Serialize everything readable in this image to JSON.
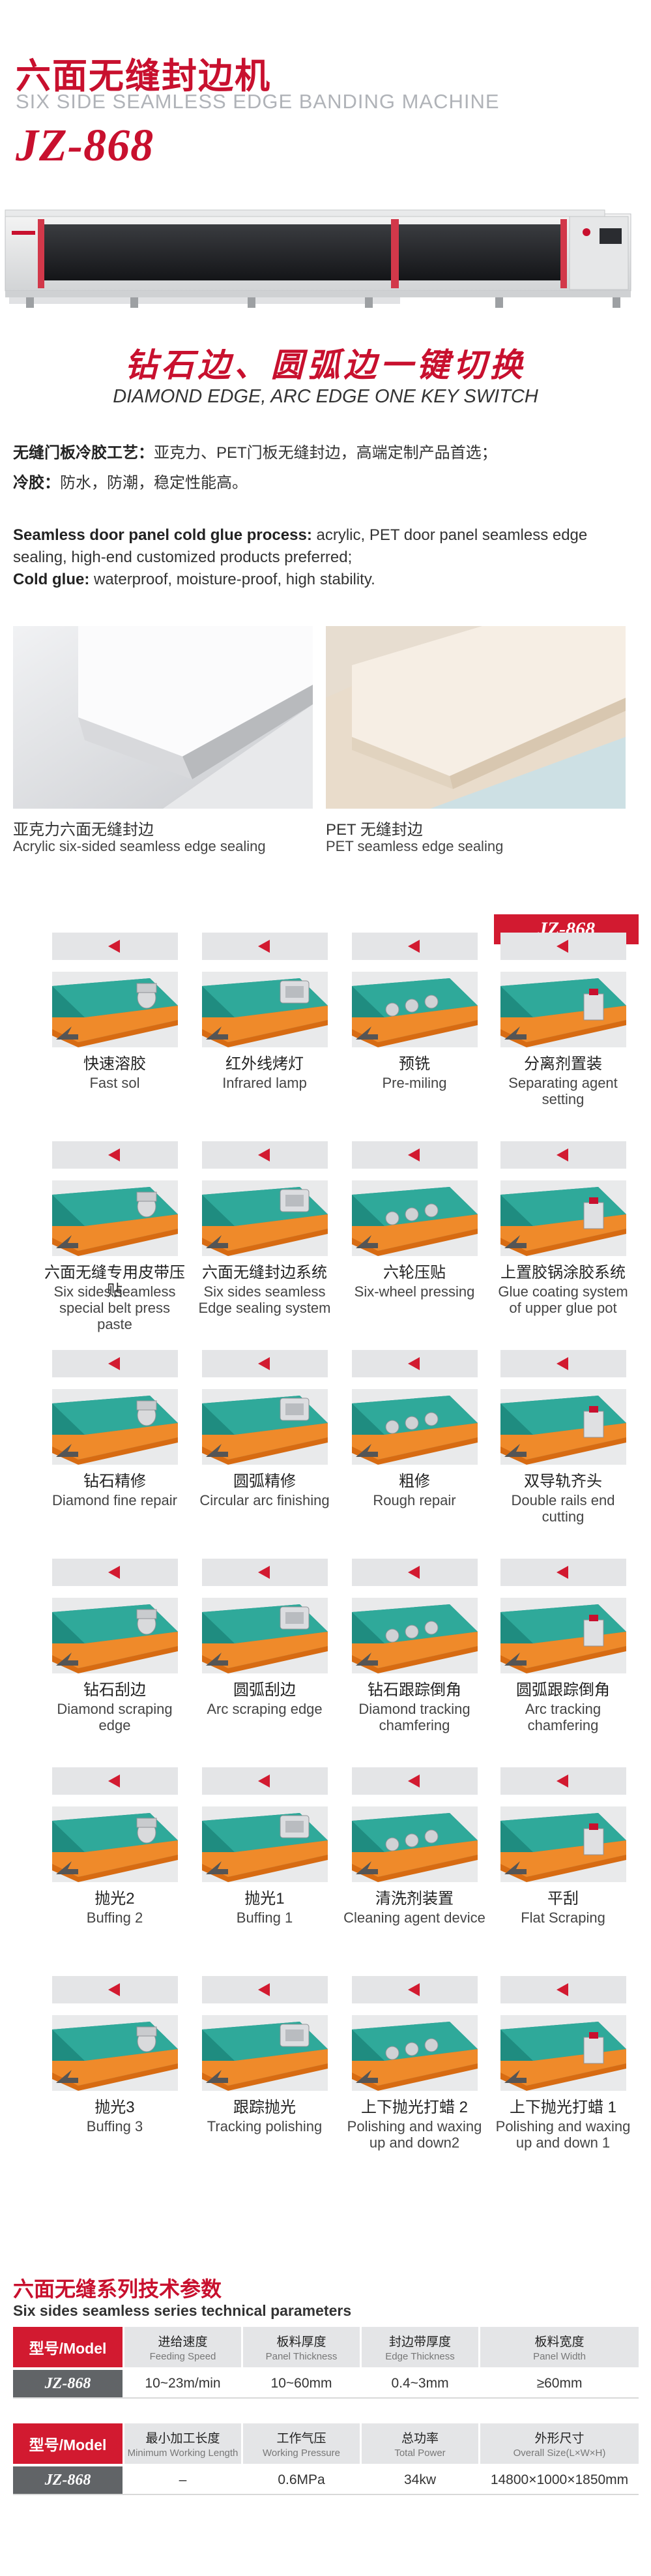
{
  "header": {
    "title_cn": "六面无缝封边机",
    "title_en": "SIX SIDE SEAMLESS EDGE BANDING MACHINE",
    "model": "JZ-868"
  },
  "slogan": {
    "cn": "钻石边、圆弧边一键切换",
    "en": "DIAMOND EDGE, ARC EDGE ONE KEY SWITCH"
  },
  "intro": {
    "p1_bold": "无缝门板冷胶工艺：",
    "p1_text": "亚克力、PET门板无缝封边，高端定制产品首选；",
    "p2_bold": "冷胶：",
    "p2_text": "防水，防潮，稳定性能高。",
    "p3_bold": "Seamless door panel cold glue process:",
    "p3_text": " acrylic, PET door panel seamless edge sealing, high-end customized products preferred;",
    "p4_bold": "Cold glue:",
    "p4_text": " waterproof, moisture-proof, high stability."
  },
  "samples": [
    {
      "cn": "亚克力六面无缝封边",
      "en": "Acrylic six-sided seamless edge sealing"
    },
    {
      "cn": "PET 无缝封边",
      "en": "PET seamless edge sealing"
    }
  ],
  "process": {
    "badge": "JZ-868",
    "rows": [
      [
        {
          "cn": "快速溶胶",
          "en": "Fast sol"
        },
        {
          "cn": "红外线烤灯",
          "en": "Infrared lamp"
        },
        {
          "cn": "预铣",
          "en": "Pre-miling"
        },
        {
          "cn": "分离剂置装",
          "en": "Separating agent setting"
        }
      ],
      [
        {
          "cn": "六面无缝专用皮带压贴",
          "en": "Six sides seamless special belt press paste"
        },
        {
          "cn": "六面无缝封边系统",
          "en": "Six sides seamless Edge sealing system"
        },
        {
          "cn": "六轮压贴",
          "en": "Six-wheel pressing"
        },
        {
          "cn": "上置胶锅涂胶系统",
          "en": "Glue coating system of upper glue pot"
        }
      ],
      [
        {
          "cn": "钻石精修",
          "en": "Diamond fine repair"
        },
        {
          "cn": "圆弧精修",
          "en": "Circular arc finishing"
        },
        {
          "cn": "粗修",
          "en": "Rough repair"
        },
        {
          "cn": "双导轨齐头",
          "en": "Double rails end cutting"
        }
      ],
      [
        {
          "cn": "钻石刮边",
          "en": "Diamond scraping edge"
        },
        {
          "cn": "圆弧刮边",
          "en": "Arc scraping edge"
        },
        {
          "cn": "钻石跟踪倒角",
          "en": "Diamond tracking chamfering"
        },
        {
          "cn": "圆弧跟踪倒角",
          "en": "Arc tracking chamfering"
        }
      ],
      [
        {
          "cn": "抛光2",
          "en": "Buffing 2"
        },
        {
          "cn": "抛光1",
          "en": "Buffing 1"
        },
        {
          "cn": "清洗剂装置",
          "en": "Cleaning agent device"
        },
        {
          "cn": "平刮",
          "en": "Flat Scraping"
        }
      ],
      [
        {
          "cn": "抛光3",
          "en": "Buffing 3"
        },
        {
          "cn": "跟踪抛光",
          "en": "Tracking polishing"
        },
        {
          "cn": "上下抛光打蜡 2",
          "en": "Polishing and waxing up and down2"
        },
        {
          "cn": "上下抛光打蜡 1",
          "en": "Polishing and waxing up and down 1"
        }
      ]
    ]
  },
  "specs": {
    "title_cn": "六面无缝系列技术参数",
    "title_en": "Six sides seamless series technical parameters",
    "table1": {
      "model_header": "型号/Model",
      "headers": [
        {
          "cn": "进给速度",
          "en": "Feeding Speed"
        },
        {
          "cn": "板料厚度",
          "en": "Panel Thickness"
        },
        {
          "cn": "封边带厚度",
          "en": "Edge Thickness"
        },
        {
          "cn": "板料宽度",
          "en": "Panel Width"
        }
      ],
      "model": "JZ-868",
      "values": [
        "10~23m/min",
        "10~60mm",
        "0.4~3mm",
        "≥60mm"
      ]
    },
    "table2": {
      "model_header": "型号/Model",
      "headers": [
        {
          "cn": "最小加工长度",
          "en": "Minimum Working Length"
        },
        {
          "cn": "工作气压",
          "en": "Working Pressure"
        },
        {
          "cn": "总功率",
          "en": "Total Power"
        },
        {
          "cn": "外形尺寸",
          "en": "Overall Size(L×W×H)"
        }
      ],
      "model": "JZ-868",
      "values": [
        "–",
        "0.6MPa",
        "34kw",
        "14800×1000×1850mm"
      ]
    }
  }
}
